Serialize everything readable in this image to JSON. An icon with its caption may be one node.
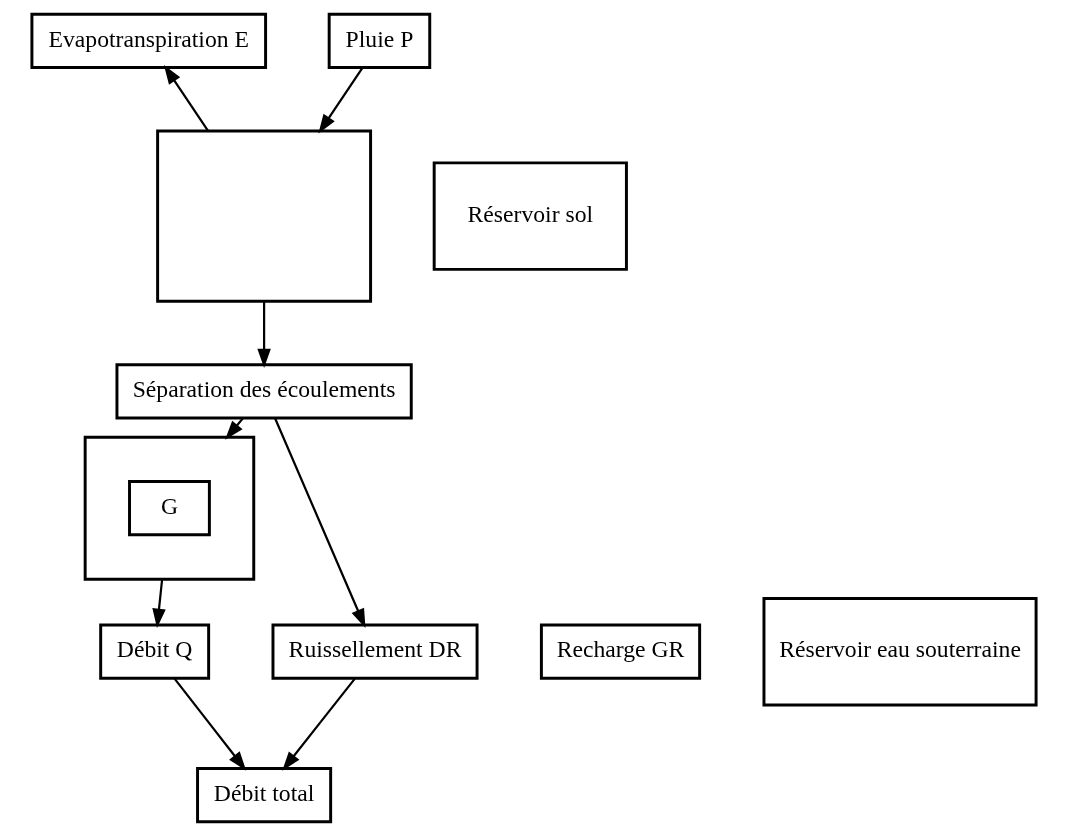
{
  "diagram": {
    "nodes": [
      {
        "text": [
          "Evapotranspiration E"
        ]
      },
      {
        "text": [
          "Pluie P"
        ]
      },
      {
        "text": [],
        "shape": "box"
      },
      {
        "text": [
          "Réservoir sol"
        ]
      },
      {
        "text": [
          "Séparation des écoulements"
        ]
      },
      {
        "text": [
          "Recharge GR"
        ]
      },
      {
        "text": [
          "Réservoir eau souterraine"
        ]
      },
      {
        "text": [],
        "shape": "box"
      },
      {
        "text": [
          "G"
        ],
        "in": 7
      },
      {
        "text": [
          "Ruissellement DR"
        ]
      },
      {
        "text": [
          "Débit Q"
        ]
      },
      {
        "text": [
          "Débit total"
        ]
      }
    ],
    "edges": [
      {
        "from": 2,
        "to": 0,
        "arrow": "to"
      },
      {
        "from": 1,
        "to": 2,
        "arrow": "to"
      },
      {
        "from": 2,
        "to": 4,
        "arrow": "to"
      },
      {
        "from": 4,
        "to": 7,
        "arrow": "to"
      },
      {
        "from": 4,
        "to": 9,
        "arrow": "to"
      },
      {
        "from": 7,
        "to": 10,
        "arrow": "to"
      },
      {
        "from": 9,
        "to": 11,
        "arrow": "to"
      },
      {
        "from": 10,
        "to": 11,
        "arrow": "to"
      }
    ]
  }
}
